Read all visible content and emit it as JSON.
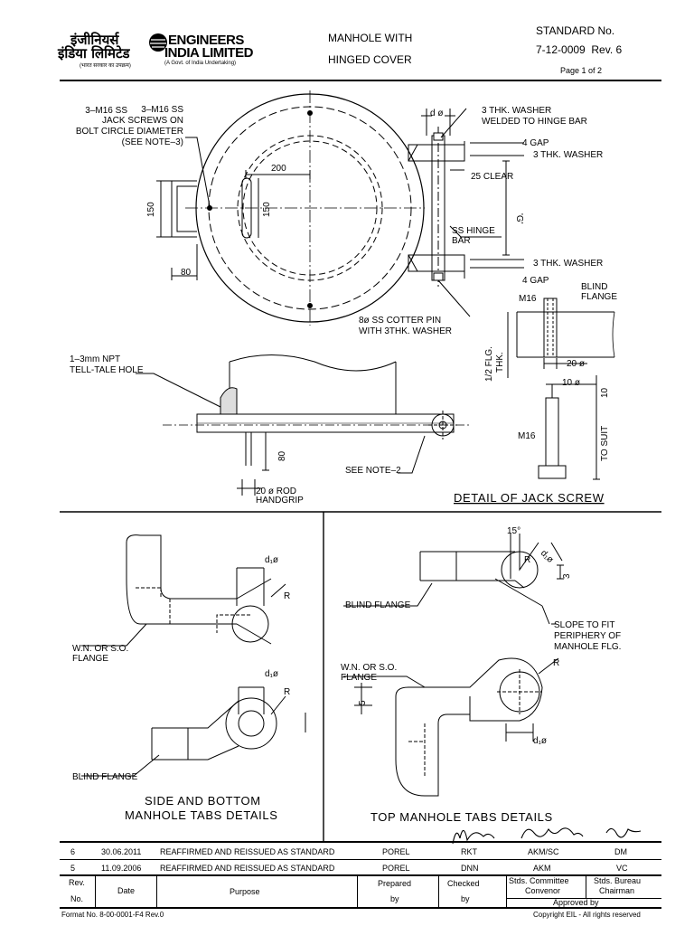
{
  "header": {
    "logo_hindi_line1": "इंजीनियर्स",
    "logo_hindi_line2": "इंडिया लिमिटेड",
    "logo_hindi_tagline": "(भारत सरकार का उपक्रम)",
    "logo_en_line1": "ENGINEERS",
    "logo_en_line2": "INDIA LIMITED",
    "logo_tagline": "(A Govt. of India Undertaking)",
    "title_line1": "MANHOLE WITH",
    "title_line2": "HINGED COVER",
    "standard_label": "STANDARD No.",
    "standard_number": "7-12-0009  Rev. 6",
    "page": "Page 1 of 2"
  },
  "drawing": {
    "top": {
      "jack_note": [
        "3–M16 SS",
        "JACK SCREWS ON",
        "BOLT CIRCLE DIAMETER",
        "(SEE NOTE–3)"
      ],
      "dim_200": "200",
      "dim_150_left": "150",
      "dim_150_inner": "150",
      "dim_80": "80",
      "d_phi": "d ø",
      "washer_welded": [
        "3  THK. WASHER",
        "WELDED TO HINGE BAR"
      ],
      "gap_top": "4 GAP",
      "washer_top": "3  THK. WASHER",
      "clear_25": "25 CLEAR",
      "g_label": "'G'",
      "hinge_bar": [
        "SS HINGE",
        "BAR"
      ],
      "washer_bottom": "3  THK. WASHER",
      "gap_bottom": "4 GAP",
      "cotter_pin": [
        "8ø SS COTTER PIN",
        "WITH 3THK. WASHER"
      ]
    },
    "side": {
      "npt": [
        "1–3mm NPT",
        "TELL-TALE HOLE"
      ],
      "dim_80": "80",
      "rod": [
        "20 ø ROD",
        "HANDGRIP"
      ],
      "see_note": "SEE NOTE–2"
    },
    "jack": {
      "blind_flange": [
        "BLIND",
        "FLANGE"
      ],
      "m16_top": "M16",
      "dim_20": "20 ø",
      "flg_thk": [
        "1/2 FLG.",
        "THK."
      ],
      "dim_10h": "10 ø",
      "dim_10v": "10",
      "m16_bottom": "M16",
      "to_suit": "TO SUIT",
      "title": "DETAIL OF JACK SCREW"
    },
    "side_bottom": {
      "d1_top": "d₁ø",
      "r_top": "R",
      "wn_label": [
        "W.N. OR S.O.",
        "FLANGE"
      ],
      "d1_bottom": "d₁ø",
      "r_bottom": "R",
      "blind_flange": "BLIND FLANGE",
      "title_line1": "SIDE AND BOTTOM",
      "title_line2": "MANHOLE TABS DETAILS"
    },
    "top_tabs": {
      "angle": "15°",
      "d1": "d₁ø",
      "r": "R",
      "dim_3": "3",
      "blind_flange": "BLIND FLANGE",
      "slope": [
        "SLOPE TO FIT",
        "PERIPHERY OF",
        "MANHOLE FLG."
      ],
      "wn_label": [
        "W.N. OR S.O.",
        "FLANGE"
      ],
      "r2": "R",
      "dim_5": "5",
      "d1_2": "d₁ø",
      "title": "TOP MANHOLE TABS DETAILS"
    }
  },
  "revisions": [
    {
      "rev": "6",
      "date": "30.06.2011",
      "purpose": "REAFFIRMED AND REISSUED AS STANDARD",
      "prepared": "POREL",
      "checked": "RKT",
      "convenor": "AKM/SC",
      "chairman": "DM"
    },
    {
      "rev": "5",
      "date": "11.09.2006",
      "purpose": "REAFFIRMED AND REISSUED AS STANDARD",
      "prepared": "POREL",
      "checked": "DNN",
      "convenor": "AKM",
      "chairman": "VC"
    }
  ],
  "rev_header": {
    "rev": [
      "Rev.",
      "No."
    ],
    "date": "Date",
    "purpose": "Purpose",
    "prepared": [
      "Prepared",
      "by"
    ],
    "checked": [
      "Checked",
      "by"
    ],
    "convenor": [
      "Stds. Committee",
      "Convenor"
    ],
    "chairman": [
      "Stds. Bureau",
      "Chairman"
    ],
    "approved": "Approved by"
  },
  "footer": {
    "format": "Format No. 8-00-0001-F4 Rev.0",
    "copyright": "Copyright EIL - All rights reserved"
  }
}
